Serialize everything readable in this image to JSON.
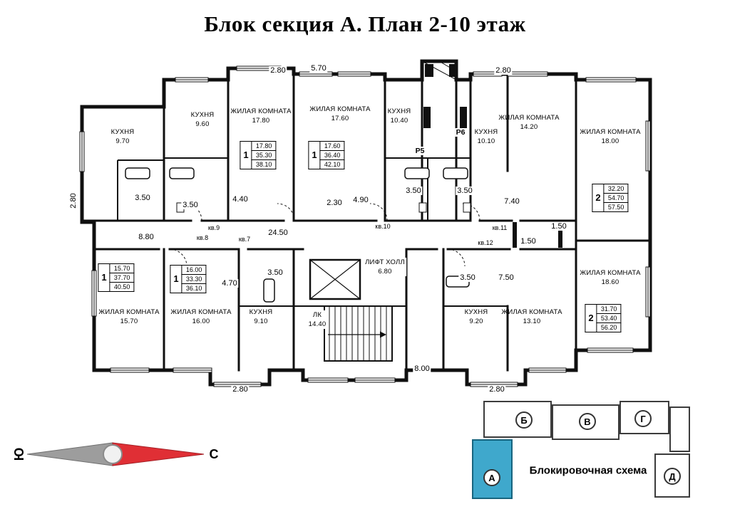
{
  "title": "Блок секция А. План 2-10 этаж",
  "rooms": [
    {
      "name": "КУХНЯ",
      "area": "9.70"
    },
    {
      "name": "КУХНЯ",
      "area": "9.60"
    },
    {
      "name": "ЖИЛАЯ КОМНАТА",
      "area": "17.80"
    },
    {
      "name": "ЖИЛАЯ КОМНАТА",
      "area": "17.60"
    },
    {
      "name": "КУХНЯ",
      "area": "10.40"
    },
    {
      "name": "КУХНЯ",
      "area": "10.10"
    },
    {
      "name": "ЖИЛАЯ КОМНАТА",
      "area": "14.20"
    },
    {
      "name": "ЖИЛАЯ КОМНАТА",
      "area": "18.00"
    },
    {
      "name": "ЖИЛАЯ КОМНАТА",
      "area": "15.70"
    },
    {
      "name": "ЖИЛАЯ КОМНАТА",
      "area": "16.00"
    },
    {
      "name": "КУХНЯ",
      "area": "9.10"
    },
    {
      "name": "КУХНЯ",
      "area": "9.20"
    },
    {
      "name": "ЖИЛАЯ КОМНАТА",
      "area": "13.10"
    },
    {
      "name": "ЖИЛАЯ КОМНАТА",
      "area": "18.60"
    },
    {
      "name": "ЛИФТ ХОЛЛ",
      "area": "6.80"
    },
    {
      "name": "ЛК",
      "area": "14.40"
    }
  ],
  "apartments": [
    {
      "type": "1",
      "r1": "17.80",
      "r2": "35.30",
      "r3": "38.10"
    },
    {
      "type": "1",
      "r1": "17.60",
      "r2": "36.40",
      "r3": "42.10"
    },
    {
      "type": "2",
      "r1": "32.20",
      "r2": "54.70",
      "r3": "57.50"
    },
    {
      "type": "1",
      "r1": "15.70",
      "r2": "37.70",
      "r3": "40.50"
    },
    {
      "type": "1",
      "r1": "16.00",
      "r2": "33.30",
      "r3": "36.10"
    },
    {
      "type": "2",
      "r1": "31.70",
      "r2": "53.40",
      "r3": "56.20"
    }
  ],
  "dims": [
    "2.80",
    "5.70",
    "2.80",
    "2.80",
    "3.50",
    "3.50",
    "4.40",
    "2.30",
    "4.90",
    "3.50",
    "3.50",
    "7.40",
    "8.80",
    "24.50",
    "1.50",
    "1.50",
    "3.50",
    "4.70",
    "3.50",
    "7.50",
    "8.00",
    "2.80",
    "2.80"
  ],
  "flats": [
    "кв.9",
    "кв.8",
    "кв.7",
    "кв.10",
    "кв.11",
    "кв.12"
  ],
  "risers": [
    "Р5",
    "Р6"
  ],
  "compass": {
    "south": "Ю",
    "north": "С"
  },
  "scheme": {
    "title": "Блокировочная схема",
    "sections": [
      "А",
      "Б",
      "В",
      "Г",
      "Д"
    ],
    "active_section": "А",
    "active_color": "#3fa8cc"
  }
}
